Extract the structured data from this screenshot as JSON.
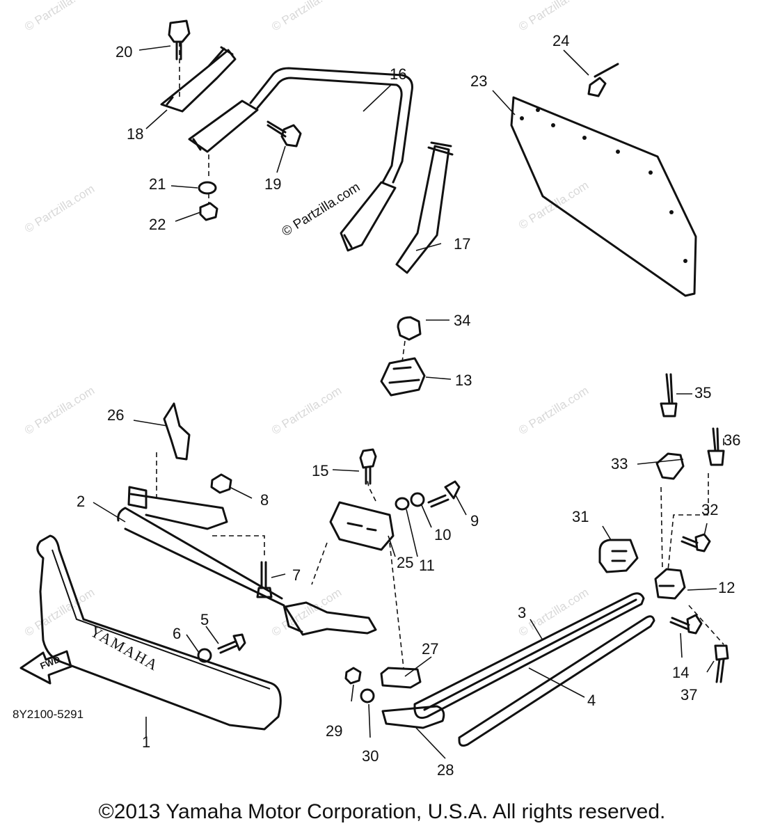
{
  "watermark": "© Partzilla.com",
  "diagram_code": "8Y2100-5291",
  "fwd_label": "FWD",
  "bumper_emboss": "YAMAHA",
  "copyright": "©2013 Yamaha Motor Corporation, U.S.A. All rights reserved.",
  "callouts": [
    "1",
    "2",
    "3",
    "4",
    "5",
    "6",
    "7",
    "8",
    "9",
    "10",
    "11",
    "12",
    "13",
    "14",
    "15",
    "16",
    "17",
    "18",
    "19",
    "20",
    "21",
    "22",
    "23",
    "24",
    "25",
    "26",
    "27",
    "28",
    "29",
    "30",
    "31",
    "32",
    "33",
    "34",
    "35",
    "36",
    "37"
  ]
}
